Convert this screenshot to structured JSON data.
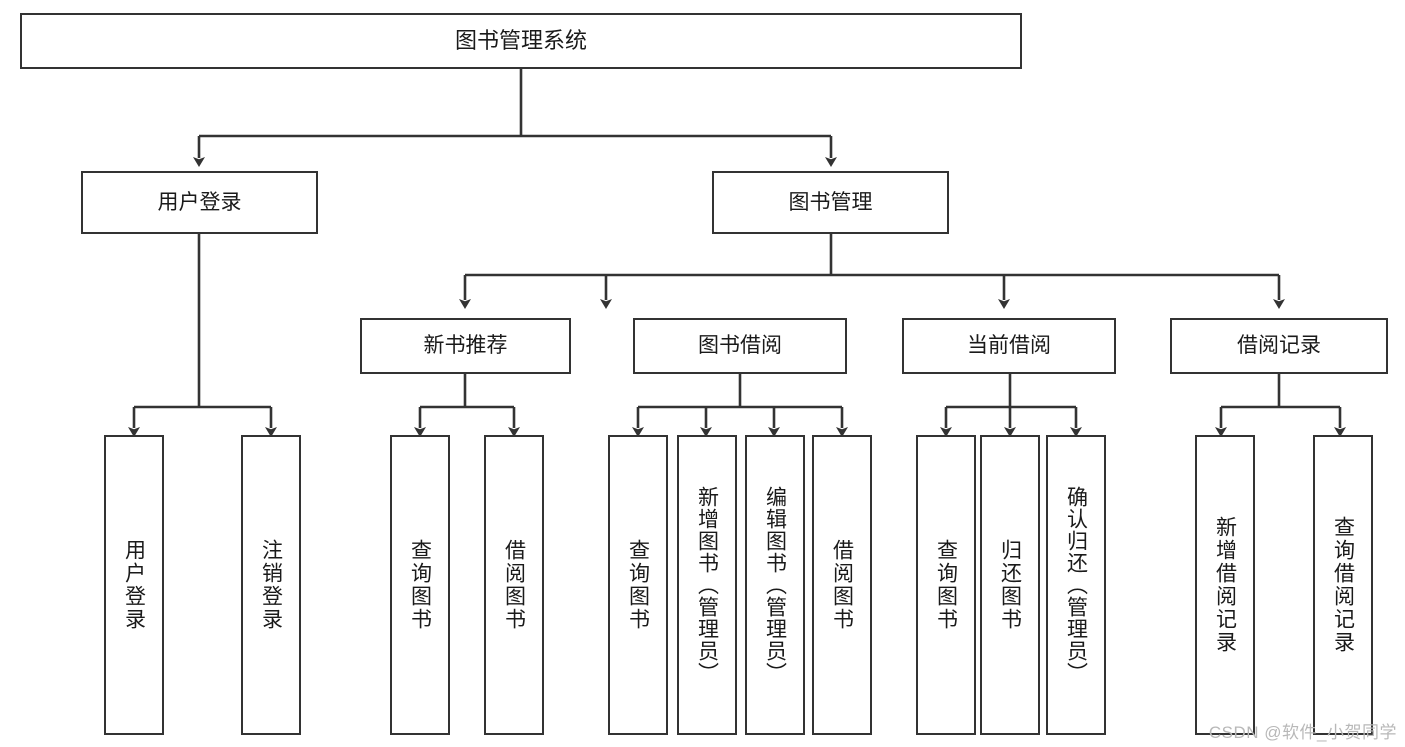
{
  "diagram": {
    "title": "图书管理系统",
    "type": "tree",
    "colors": {
      "box_border": "#333333",
      "box_fill": "#ffffff",
      "edge": "#333333",
      "text": "#1a1a1a",
      "watermark": "#b8b8b8"
    },
    "root": {
      "id": "root",
      "label": "图书管理系统"
    },
    "level1": [
      {
        "id": "user-login",
        "label": "用户登录"
      },
      {
        "id": "book-manage",
        "label": "图书管理"
      }
    ],
    "level2": [
      {
        "id": "new-book-recommend",
        "label": "新书推荐",
        "parent": "book-manage"
      },
      {
        "id": "book-borrow",
        "label": "图书借阅",
        "parent": "book-manage"
      },
      {
        "id": "current-borrow",
        "label": "当前借阅",
        "parent": "book-manage"
      },
      {
        "id": "borrow-record",
        "label": "借阅记录",
        "parent": "book-manage"
      }
    ],
    "leaves": [
      {
        "id": "leaf-user-login",
        "label": "用户登录",
        "parent": "user-login"
      },
      {
        "id": "leaf-logout-login",
        "label": "注销登录",
        "parent": "user-login"
      },
      {
        "id": "leaf-query-book-1",
        "label": "查询图书",
        "parent": "new-book-recommend"
      },
      {
        "id": "leaf-borrow-book-1",
        "label": "借阅图书",
        "parent": "new-book-recommend"
      },
      {
        "id": "leaf-query-book-2",
        "label": "查询图书",
        "parent": "book-borrow"
      },
      {
        "id": "leaf-add-book",
        "label": "新增图书（管理员）",
        "parent": "book-borrow"
      },
      {
        "id": "leaf-edit-book",
        "label": "编辑图书（管理员）",
        "parent": "book-borrow"
      },
      {
        "id": "leaf-borrow-book-2",
        "label": "借阅图书",
        "parent": "book-borrow"
      },
      {
        "id": "leaf-query-book-3",
        "label": "查询图书",
        "parent": "current-borrow"
      },
      {
        "id": "leaf-return-book",
        "label": "归还图书",
        "parent": "current-borrow"
      },
      {
        "id": "leaf-confirm-return",
        "label": "确认归还（管理员）",
        "parent": "current-borrow"
      },
      {
        "id": "leaf-add-record",
        "label": "新增借阅记录",
        "parent": "borrow-record"
      },
      {
        "id": "leaf-query-record",
        "label": "查询借阅记录",
        "parent": "borrow-record"
      }
    ],
    "watermark": "CSDN @软件_小贺同学"
  }
}
